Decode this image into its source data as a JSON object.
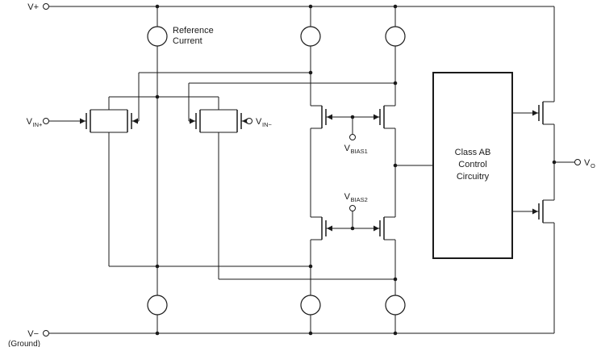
{
  "diagram": {
    "type": "op-amp simplified schematic",
    "power": {
      "vplus": "V+",
      "vminus": "V−",
      "ground": "(Ground)"
    },
    "labels": {
      "reference_current": [
        "Reference",
        "Current"
      ],
      "vin_plus": {
        "base": "V",
        "sub": "IN+"
      },
      "vin_minus": {
        "base": "V",
        "sub": "IN−"
      },
      "vbias1": {
        "base": "V",
        "sub": "BIAS1"
      },
      "vbias2": {
        "base": "V",
        "sub": "BIAS2"
      },
      "vout": {
        "base": "V",
        "sub": "O"
      },
      "class_ab": [
        "Class AB",
        "Control",
        "Circuitry"
      ]
    },
    "colors": {
      "line": "#1a1a1a",
      "background": "#ffffff"
    }
  }
}
